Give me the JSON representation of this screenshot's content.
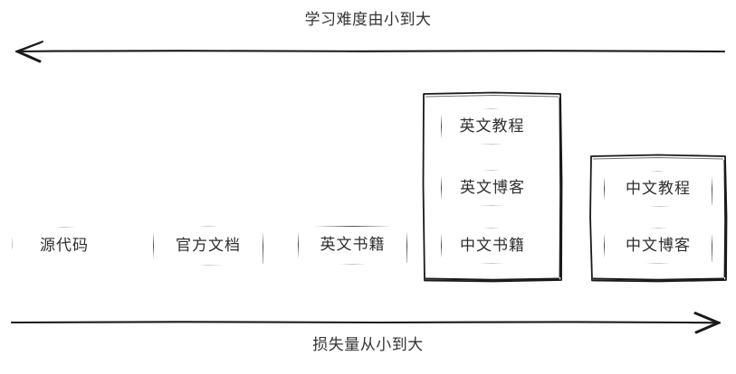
{
  "diagram": {
    "title_top": "学习难度由小到大",
    "title_bottom": "损失量从小到大",
    "top_axis": {
      "label": "学习难度由小到大",
      "direction": "left",
      "arrow_icon": "arrow-left-icon"
    },
    "bottom_axis": {
      "label": "损失量从小到大",
      "direction": "right",
      "arrow_icon": "arrow-right-icon"
    },
    "style": {
      "stroke": "#1a1a1a",
      "text": "#2e2e2e",
      "background": "#ffffff"
    },
    "nodes": [
      {
        "id": "source-code",
        "label": "源代码"
      },
      {
        "id": "official-docs",
        "label": "官方文档"
      },
      {
        "id": "english-books",
        "label": "英文书籍"
      }
    ],
    "groups": [
      {
        "id": "group-mixed",
        "items": [
          {
            "id": "english-tutorials",
            "label": "英文教程"
          },
          {
            "id": "english-blogs",
            "label": "英文博客"
          },
          {
            "id": "chinese-books",
            "label": "中文书籍"
          }
        ]
      },
      {
        "id": "group-chinese",
        "items": [
          {
            "id": "chinese-tutorials",
            "label": "中文教程"
          },
          {
            "id": "chinese-blogs",
            "label": "中文博客"
          }
        ]
      }
    ]
  }
}
